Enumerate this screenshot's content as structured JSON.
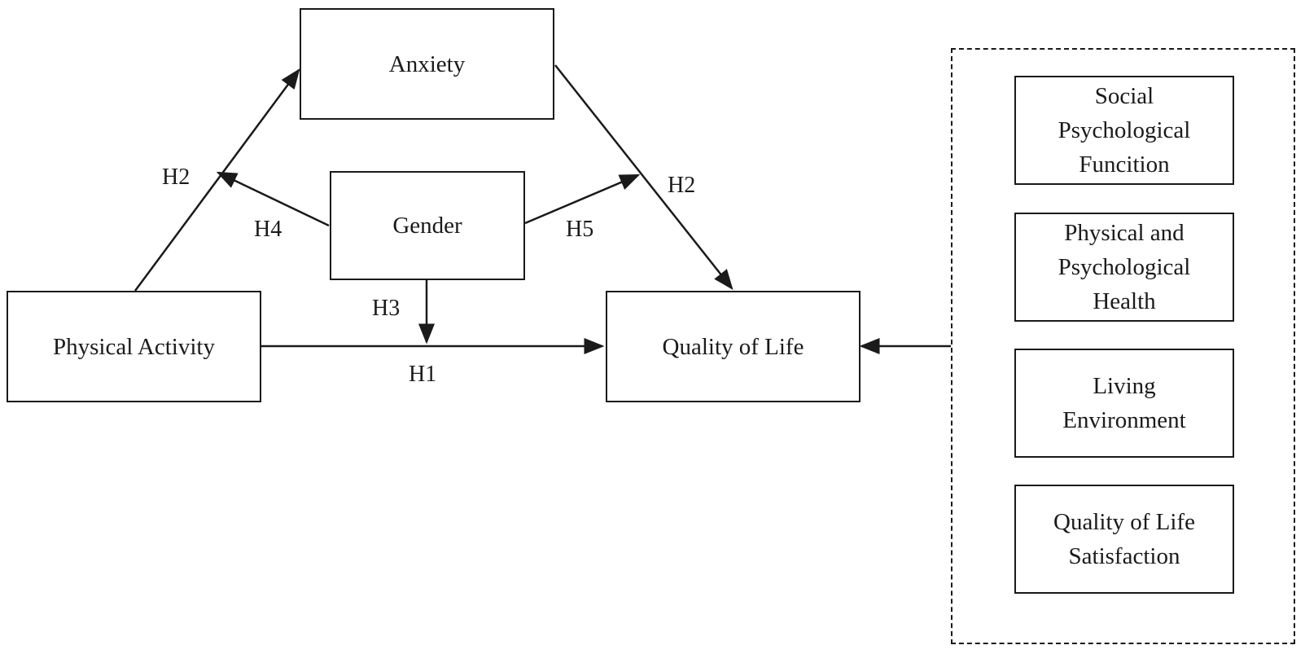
{
  "nodes": {
    "anxiety": "Anxiety",
    "gender": "Gender",
    "physical_activity": "Physical Activity",
    "quality_of_life": "Quality of Life"
  },
  "dimensions": [
    "Social\nPsychological\nFuncition",
    "Physical and\nPsychological\nHealth",
    "Living\nEnvironment",
    "Quality of Life\nSatisfaction"
  ],
  "labels": {
    "h1": "H1",
    "h2_left": "H2",
    "h2_right": "H2",
    "h3": "H3",
    "h4": "H4",
    "h5": "H5"
  },
  "colors": {
    "stroke": "#1a1a1a",
    "background": "#ffffff"
  }
}
